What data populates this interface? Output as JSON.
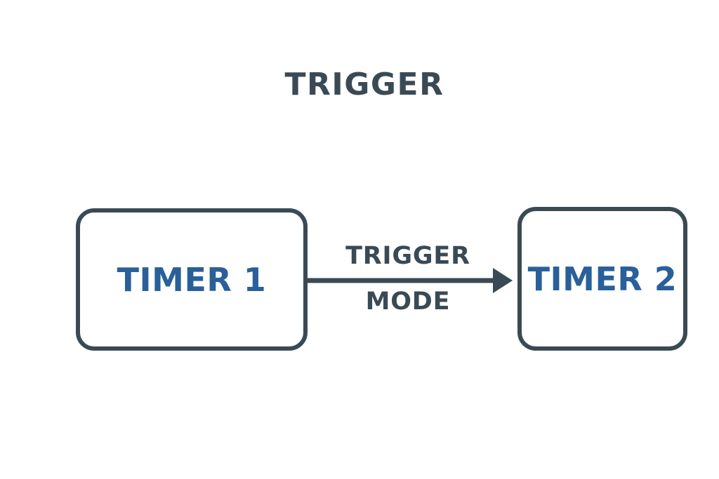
{
  "diagram": {
    "type": "flow-diagram",
    "title": "TRIGGER",
    "background_color": "#ffffff",
    "nodes": [
      {
        "id": "timer1",
        "label": "TIMER 1",
        "shape": "rounded-rectangle",
        "text_color": "#2a6099",
        "border_color": "#3a4a55",
        "fill_color": "#ffffff"
      },
      {
        "id": "timer2",
        "label": "TIMER 2",
        "shape": "rounded-rectangle",
        "text_color": "#2a6099",
        "border_color": "#3a4a55",
        "fill_color": "#ffffff"
      }
    ],
    "edges": [
      {
        "id": "timer1-to-timer2",
        "from": "timer1",
        "to": "timer2",
        "direction": "right",
        "arrowhead": "solid-triangle",
        "color": "#3a4a55",
        "label_top": "TRIGGER",
        "label_bottom": "MODE"
      }
    ]
  }
}
